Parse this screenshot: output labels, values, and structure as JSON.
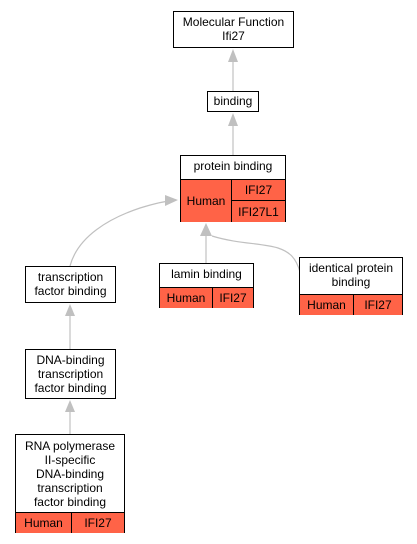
{
  "colors": {
    "annotation_fill": "#ff6347",
    "edge": "#c0c0c0",
    "border": "#000000"
  },
  "nodes": {
    "molecular_function": {
      "line1": "Molecular Function",
      "line2": "Ifi27"
    },
    "binding": {
      "label": "binding"
    },
    "protein_binding": {
      "label": "protein binding",
      "species": "Human",
      "genes": [
        "IFI27",
        "IFI27L1"
      ]
    },
    "lamin_binding": {
      "label": "lamin binding",
      "species": "Human",
      "gene": "IFI27"
    },
    "identical_protein_binding": {
      "line1": "identical protein",
      "line2": "binding",
      "species": "Human",
      "gene": "IFI27"
    },
    "transcription_factor_binding": {
      "line1": "transcription",
      "line2": "factor binding"
    },
    "dna_binding_tf_binding": {
      "line1": "DNA-binding",
      "line2": "transcription",
      "line3": "factor binding"
    },
    "rna_pol_ii_tf_binding": {
      "line1": "RNA polymerase",
      "line2": "II-specific",
      "line3": "DNA-binding",
      "line4": "transcription",
      "line5": "factor binding",
      "species": "Human",
      "gene": "IFI27"
    }
  }
}
